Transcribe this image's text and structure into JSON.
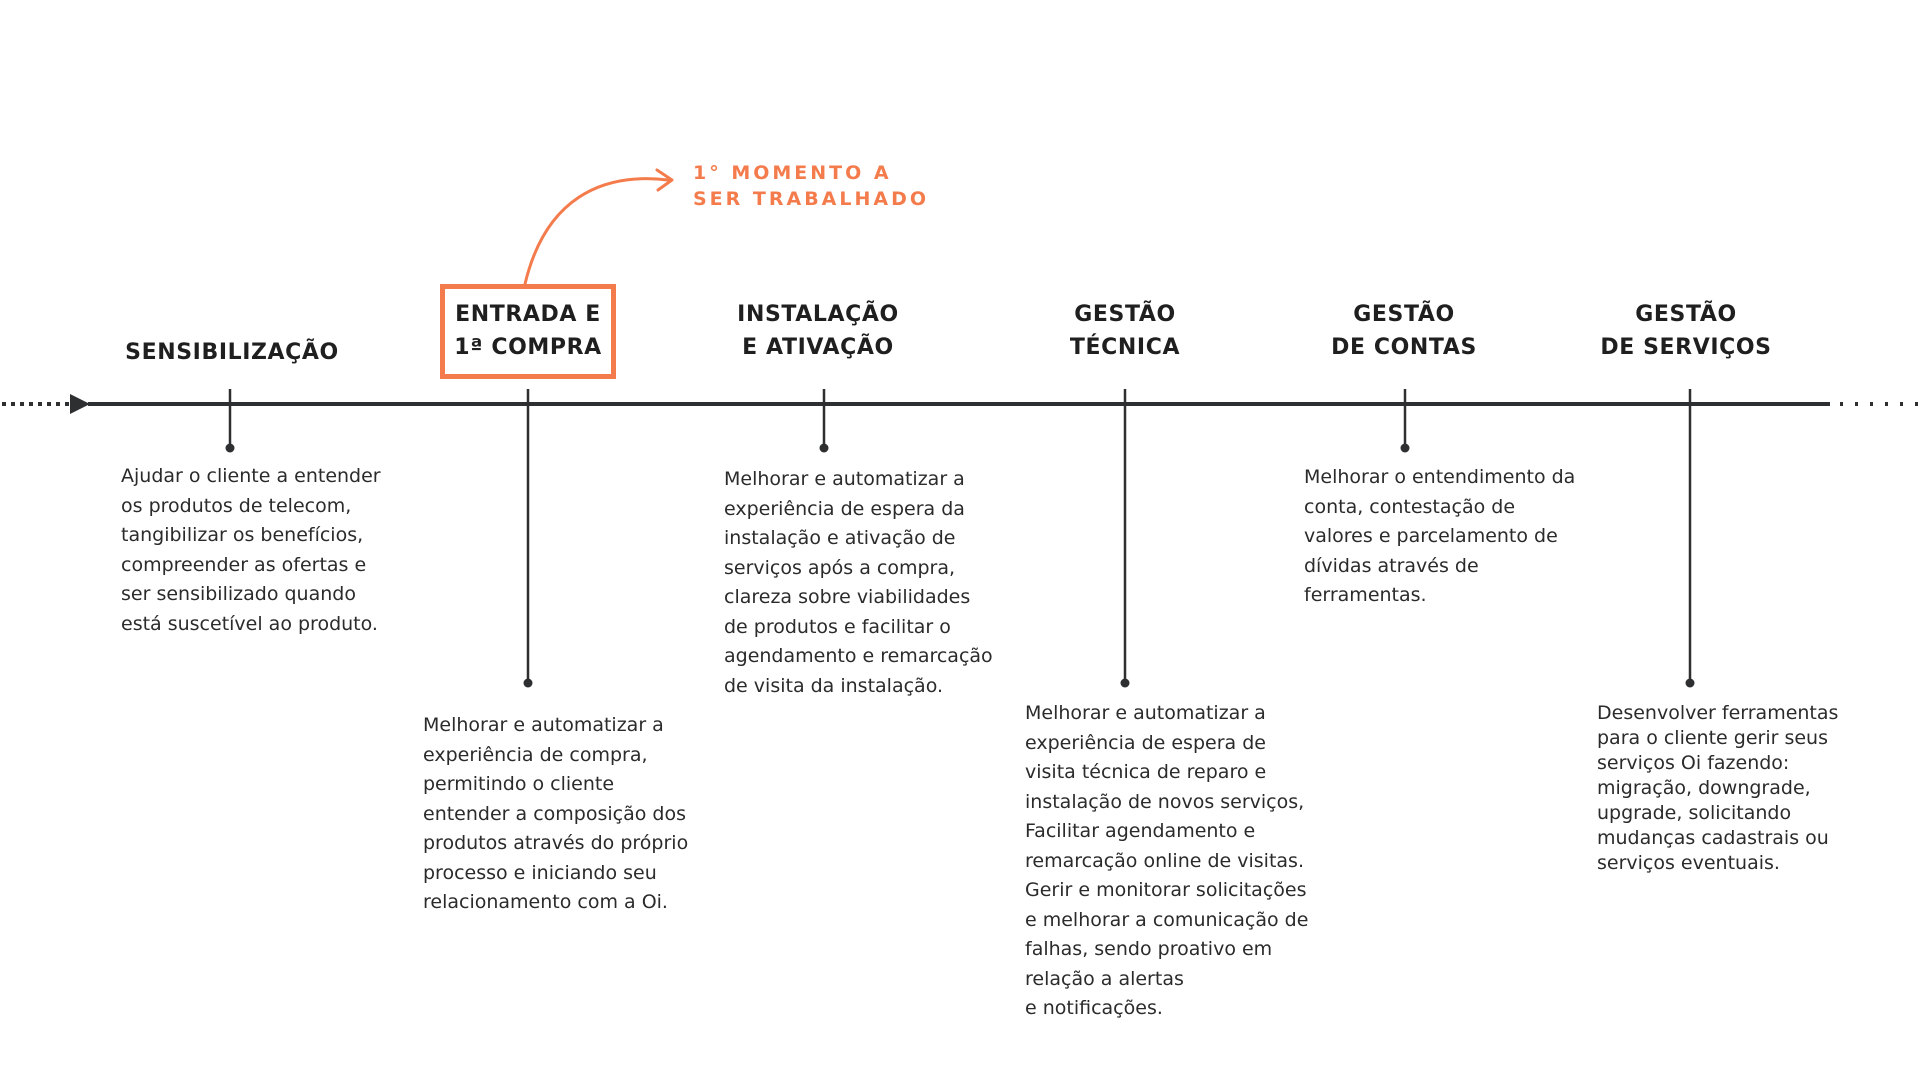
{
  "colors": {
    "line": "#2e2f30",
    "accent": "#f47c4c",
    "text": "#2b2b2b"
  },
  "annotation": {
    "line1": "1° MOMENTO A",
    "line2": "SER TRABALHADO"
  },
  "stages": [
    {
      "id": "sensibilizacao",
      "title": [
        "SENSIBILIZAÇÃO"
      ],
      "description": "Ajudar o cliente a entender\nos produtos de telecom,\ntangibilizar os benefícios,\ncompreender as ofertas e\nser sensibilizado quando\nestá suscetível ao produto."
    },
    {
      "id": "entrada-compra",
      "title": [
        "ENTRADA E",
        "1ª COMPRA"
      ],
      "highlighted": true,
      "description": "Melhorar e automatizar a\nexperiência de compra,\npermitindo o cliente\nentender a composição dos\nprodutos através do próprio\nprocesso e iniciando seu\nrelacionamento com a Oi."
    },
    {
      "id": "instalacao-ativacao",
      "title": [
        "INSTALAÇÃO",
        "E ATIVAÇÃO"
      ],
      "description": "Melhorar e automatizar a\nexperiência de espera da\ninstalação e ativação de\nserviços após a compra,\nclareza sobre viabilidades\nde produtos e facilitar o\nagendamento e remarcação\nde visita da instalação."
    },
    {
      "id": "gestao-tecnica",
      "title": [
        "GESTÃO",
        "TÉCNICA"
      ],
      "description": "Melhorar e automatizar a\nexperiência de espera de\nvisita técnica de reparo e\ninstalação de novos serviços,\nFacilitar agendamento e\nremarcação online de visitas.\nGerir e monitorar solicitações\ne melhorar a comunicação de\nfalhas, sendo proativo em\nrelação a alertas\ne notificações."
    },
    {
      "id": "gestao-contas",
      "title": [
        "GESTÃO",
        "DE CONTAS"
      ],
      "description": "Melhorar o entendimento da\nconta, contestação de\nvalores e parcelamento de\ndívidas através de\nferramentas."
    },
    {
      "id": "gestao-servicos",
      "title": [
        "GESTÃO",
        "DE SERVIÇOS"
      ],
      "description": "Desenvolver ferramentas\npara o cliente gerir seus\nserviços Oi fazendo:\nmigração, downgrade,\nupgrade, solicitando\nmudanças cadastrais ou\nserviços eventuais."
    }
  ]
}
